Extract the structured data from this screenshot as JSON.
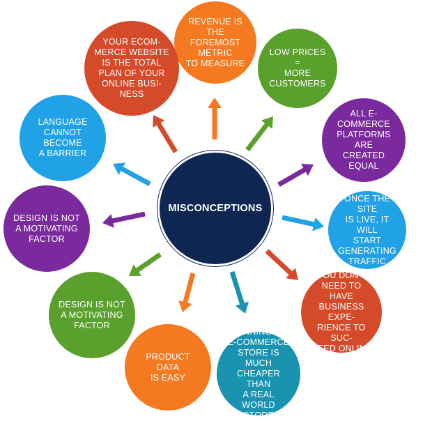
{
  "center": {
    "label": "MISCONCEPTIONS",
    "color": "#0e2752"
  },
  "nodes": [
    {
      "id": "revenue",
      "label": "REVENUE IS THE\nFOREMOST\nMETRIC\nTO MEASURE",
      "color": "#f47920"
    },
    {
      "id": "low-prices",
      "label": "LOW PRICES =\nMORE\nCUSTOMERS",
      "color": "#5aa02c"
    },
    {
      "id": "platforms-equal",
      "label": "ALL E-COMMERCE\nPLATFORMS ARE\nCREATED EQUAL",
      "color": "#7b2a9e"
    },
    {
      "id": "site-live",
      "label": "ONCE THE SITE\nIS LIVE, IT WILL\nSTART\nGENERATING\nTRAFFIC",
      "color": "#21a1e6"
    },
    {
      "id": "business-exp",
      "label": "YOU DON'T\nNEED TO HAVE\nBUSINESS EXPE-\nRIENCE TO SUC-\nCEED ONLINE",
      "color": "#d54a28"
    },
    {
      "id": "cheaper",
      "label": "RUNNING AN\nE-COMMERCE\nSTORE IS MUCH\nCHEAPER THAN\nA REAL WORLD\nSTORE",
      "color": "#1a93b0"
    },
    {
      "id": "product-data",
      "label": "PRODUCT DATA\nIS EASY",
      "color": "#f47920"
    },
    {
      "id": "design-green",
      "label": "DESIGN IS NOT\nA MOTIVATING\nFACTOR",
      "color": "#5aa02c"
    },
    {
      "id": "design-purple",
      "label": "DESIGN IS NOT\nA MOTIVATING\nFACTOR",
      "color": "#7b2a9e"
    },
    {
      "id": "language",
      "label": "LANGUAGE\nCANNOT BECOME\nA BARRIER",
      "color": "#21a1e6"
    },
    {
      "id": "website-plan",
      "label": "YOUR ECOM-\nMERCE WEBSITE\nIS THE TOTAL\nPLAN OF YOUR\nONLINE BUSI-\nNESS",
      "color": "#d54a28"
    }
  ]
}
